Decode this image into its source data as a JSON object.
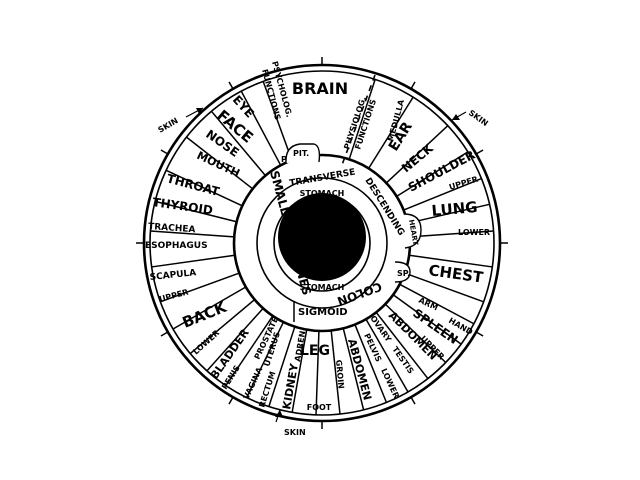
{
  "labels": {
    "brain": "BRAIN",
    "psycholog_functions_left": "PSYCHOLOG.",
    "functions_left": "FUNCTIONS",
    "physiolog": "PHYSIOLOG.",
    "functions_right": "FUNCTIONS",
    "medulla": "MEDULLA",
    "ear": "EAR",
    "neck": "NECK",
    "shoulder": "SHOULDER",
    "upper_lung": "UPPER",
    "lung": "LUNG",
    "lower_lung": "LOWER",
    "heart": "HEART",
    "sp": "SP.",
    "chest": "CHEST",
    "arm": "ARM",
    "hand": "HAND",
    "spleen": "SPLEEN",
    "upper_abdomen": "UPPER",
    "abdomen_right": "ABDOMEN",
    "ovary": "OVARY",
    "testis": "TESTIS",
    "pelvis": "PELVIS",
    "lower_abdomen": "LOWER",
    "abdomen_lower": "ABDOMEN",
    "groin": "GROIN",
    "leg": "LEG",
    "foot": "FOOT",
    "kidney": "KIDNEY",
    "adren": "ADREN.",
    "rectum": "RECTUM",
    "uterus": "UTERUS",
    "vagina": "VAGINA",
    "prostate": "PROSTATE",
    "penis": "PENIS",
    "bladder": "BLADDER",
    "lower_back": "LOWER",
    "back": "BACK",
    "upper_back": "UPPER",
    "scapula": "SCAPULA",
    "esophagus": "ESOPHAGUS",
    "trachea": "TRACHEA",
    "thyroid": "THYROID",
    "throat": "THROAT",
    "mouth": "MOUTH",
    "nose": "NOSE",
    "face": "FACE",
    "eye": "EYE",
    "pit": "PIT.",
    "p": "P",
    "transverse": "TRANSVERSE",
    "descending": "DESCENDING",
    "colon": "COLON",
    "sigmoid": "SIGMOID",
    "small_intestines": "SMALL INTESTINES",
    "stomach_top": "STOMACH",
    "stomach_bottom": "STOMACH",
    "skin_left": "SKIN",
    "skin_right": "SKIN",
    "skin_bottom": "SKIN"
  }
}
